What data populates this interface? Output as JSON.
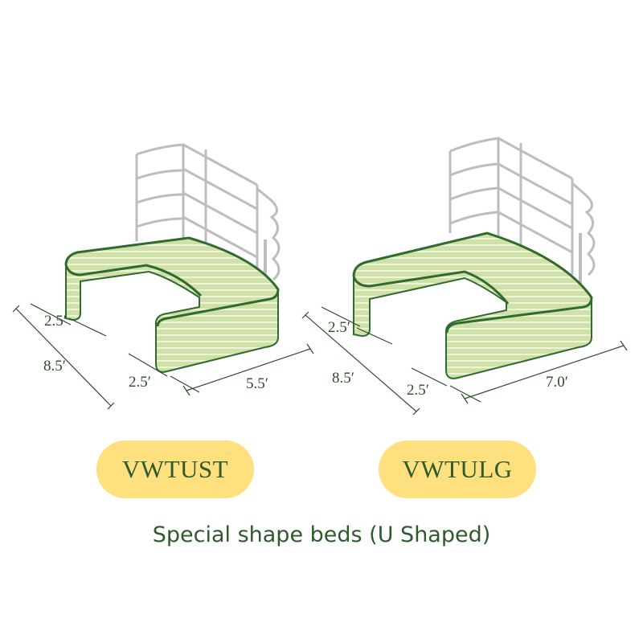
{
  "products": [
    {
      "model": "VWTUST",
      "dimensions": {
        "depth": "8.5′",
        "upper_arm": "2.5′",
        "lower_arm": "2.5′",
        "opening": "5.5′"
      }
    },
    {
      "model": "VWTULG",
      "dimensions": {
        "depth": "8.5′",
        "upper_arm": "2.5′",
        "lower_arm": "2.5′",
        "opening": "7.0′"
      }
    }
  ],
  "caption": "Special shape beds (U Shaped)",
  "colors": {
    "bed_fill": "#cfe0a8",
    "bed_stripe": "#ecf3d6",
    "bed_rim": "#2e6b2c",
    "trellis": "#bdbdbd",
    "dimension_line": "#2e4a2c",
    "pill": "#ffe07f",
    "text": "#2e5a2c"
  }
}
